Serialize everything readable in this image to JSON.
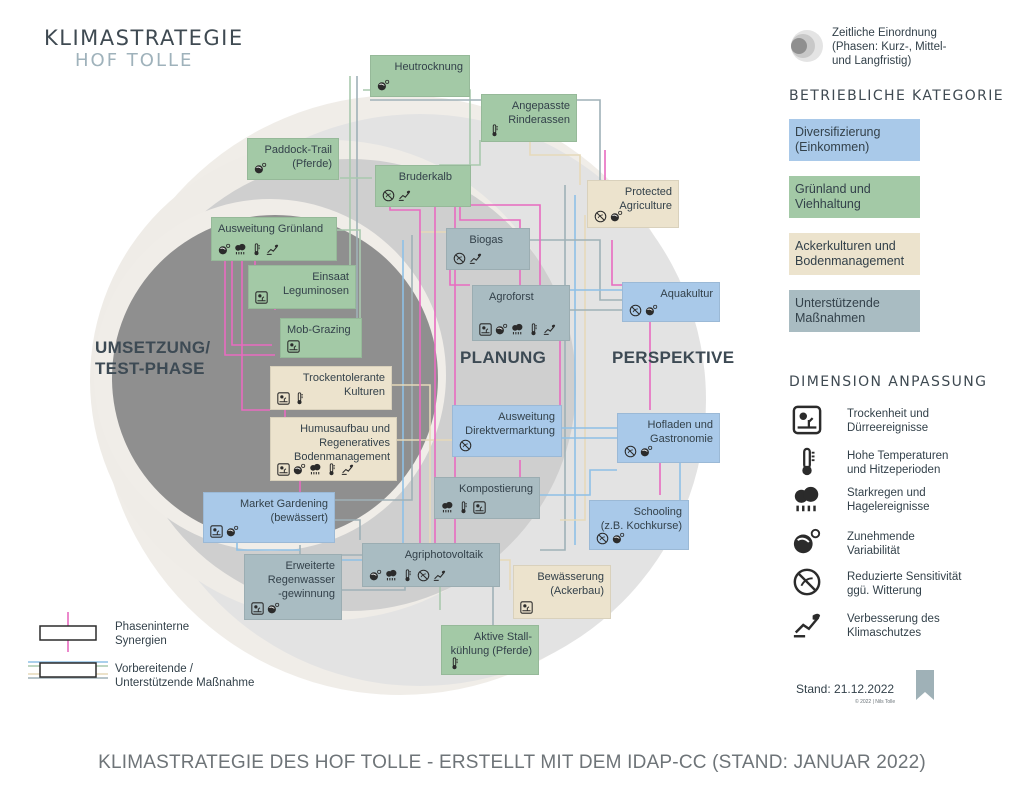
{
  "header": {
    "title": "KLIMASTRATEGIE",
    "subtitle": "HOF TOLLE"
  },
  "phases": {
    "umsetzung": "UMSETZUNG/\nTEST-PHASE",
    "planung": "PLANUNG",
    "perspektive": "PERSPEKTIVE"
  },
  "categories": {
    "diversifizierung": {
      "label": "Diversifizierung\n(Einkommen)",
      "color": "#a9c9e9"
    },
    "gruenland": {
      "label": "Grünland und\nViehhaltung",
      "color": "#a3c9a6"
    },
    "ackerkulturen": {
      "label": "Ackerkulturen und\nBodenmanagement",
      "color": "#ece3cd"
    },
    "unterstuetzende": {
      "label": "Unterstützende\nMaßnahmen",
      "color": "#a9bcc2"
    }
  },
  "measures": [
    {
      "id": "heutrocknung",
      "label": "Heutrocknung",
      "category": "gruenland",
      "icons": [
        "variability-icon"
      ]
    },
    {
      "id": "angepasste-rinderassen",
      "label": "Angepasste\nRinderassen",
      "category": "gruenland",
      "icons": [
        "thermometer-icon"
      ]
    },
    {
      "id": "paddock-trail",
      "label": "Paddock-Trail\n(Pferde)",
      "category": "gruenland",
      "icons": [
        "variability-icon"
      ]
    },
    {
      "id": "bruderkalb",
      "label": "Bruderkalb",
      "category": "gruenland",
      "icons": [
        "reduced-sensitivity-icon",
        "climate-protection-icon"
      ]
    },
    {
      "id": "protected-agriculture",
      "label": "Protected\nAgriculture",
      "category": "ackerkulturen",
      "icons": [
        "reduced-sensitivity-icon",
        "variability-icon"
      ]
    },
    {
      "id": "ausweitung-gruenland",
      "label": "Ausweitung Grünland",
      "category": "gruenland",
      "icons": [
        "variability-icon",
        "storm-icon",
        "thermometer-icon",
        "climate-protection-icon"
      ]
    },
    {
      "id": "biogas",
      "label": "Biogas",
      "category": "unterstuetzende",
      "icons": [
        "reduced-sensitivity-icon",
        "climate-protection-icon"
      ]
    },
    {
      "id": "einsaat-leguminosen",
      "label": "Einsaat\nLeguminosen",
      "category": "gruenland",
      "icons": [
        "drought-icon"
      ]
    },
    {
      "id": "agroforst",
      "label": "Agroforst",
      "category": "unterstuetzende",
      "icons": [
        "drought-icon",
        "variability-icon",
        "storm-icon",
        "thermometer-icon",
        "climate-protection-icon"
      ]
    },
    {
      "id": "aquakultur",
      "label": "Aquakultur",
      "category": "diversifizierung",
      "icons": [
        "reduced-sensitivity-icon",
        "variability-icon"
      ]
    },
    {
      "id": "mob-grazing",
      "label": "Mob-Grazing",
      "category": "gruenland",
      "icons": [
        "drought-icon"
      ]
    },
    {
      "id": "trockentolerante-kulturen",
      "label": "Trockentolerante\nKulturen",
      "category": "ackerkulturen",
      "icons": [
        "drought-icon",
        "thermometer-icon"
      ]
    },
    {
      "id": "ausweitung-direktvermarktung",
      "label": "Ausweitung\nDirektvermarktung",
      "category": "diversifizierung",
      "icons": [
        "reduced-sensitivity-icon"
      ]
    },
    {
      "id": "hofladen-gastronomie",
      "label": "Hofladen und\nGastronomie",
      "category": "diversifizierung",
      "icons": [
        "reduced-sensitivity-icon",
        "variability-icon"
      ]
    },
    {
      "id": "humusaufbau",
      "label": "Humusaufbau und\nRegeneratives\nBodenmanagement",
      "category": "ackerkulturen",
      "icons": [
        "drought-icon",
        "variability-icon",
        "storm-icon",
        "thermometer-icon",
        "climate-protection-icon"
      ]
    },
    {
      "id": "kompostierung",
      "label": "Kompostierung",
      "category": "unterstuetzende",
      "icons": [
        "storm-icon",
        "thermometer-icon",
        "drought-icon"
      ]
    },
    {
      "id": "market-gardening",
      "label": "Market Gardening\n(bewässert)",
      "category": "diversifizierung",
      "icons": [
        "drought-icon",
        "variability-icon"
      ]
    },
    {
      "id": "schooling",
      "label": "Schooling\n(z.B. Kochkurse)",
      "category": "diversifizierung",
      "icons": [
        "reduced-sensitivity-icon",
        "variability-icon"
      ]
    },
    {
      "id": "agriphotovoltaik",
      "label": "Agriphotovoltaik",
      "category": "unterstuetzende",
      "icons": [
        "variability-icon",
        "storm-icon",
        "thermometer-icon",
        "reduced-sensitivity-icon",
        "climate-protection-icon"
      ]
    },
    {
      "id": "erweiterte-regenwasser",
      "label": "Erweiterte\nRegenwasser\n-gewinnung",
      "category": "unterstuetzende",
      "icons": [
        "drought-icon",
        "variability-icon"
      ]
    },
    {
      "id": "bewaesserung",
      "label": "Bewässerung\n(Ackerbau)",
      "category": "ackerkulturen",
      "icons": [
        "drought-icon"
      ]
    },
    {
      "id": "aktive-stallkuehlung",
      "label": "Aktive Stall-\nkühlung (Pferde)",
      "category": "gruenland",
      "icons": [
        "thermometer-icon"
      ]
    }
  ],
  "legend": {
    "zeitliche": "Zeitliche Einordnung\n(Phasen: Kurz-, Mittel-\nund Langfristig)",
    "betriebliche_heading": "BETRIEBLICHE KATEGORIE",
    "dimension_heading": "DIMENSION ANPASSUNG",
    "dimensions": [
      {
        "icon": "drought-icon",
        "label": "Trockenheit und\nDürreereignisse"
      },
      {
        "icon": "thermometer-icon",
        "label": "Hohe Temperaturen\nund Hitzeperioden"
      },
      {
        "icon": "storm-icon",
        "label": "Starkregen und\nHagelereignisse"
      },
      {
        "icon": "variability-icon",
        "label": "Zunehmende\nVariabilität"
      },
      {
        "icon": "reduced-sensitivity-icon",
        "label": "Reduzierte Sensitivität\nggü. Witterung"
      },
      {
        "icon": "climate-protection-icon",
        "label": "Verbesserung des\nKlimaschutzes"
      }
    ],
    "synergien": "Phaseninterne\nSynergien",
    "vorbereitende": "Vorbereitende /\nUnterstützende Maßnahme"
  },
  "colors": {
    "synergy": "#e86bc0",
    "supporting": [
      "#8ec0e6",
      "#a9c9ae",
      "#e6d9b9",
      "#9fb1b7"
    ]
  },
  "stand": "Stand: 21.12.2022",
  "copyright": "© 2022 | Nils Tolle",
  "caption": "KLIMASTRATEGIE DES HOF TOLLE - ERSTELLT MIT DEM IDAP-CC (STAND: JANUAR 2022)"
}
